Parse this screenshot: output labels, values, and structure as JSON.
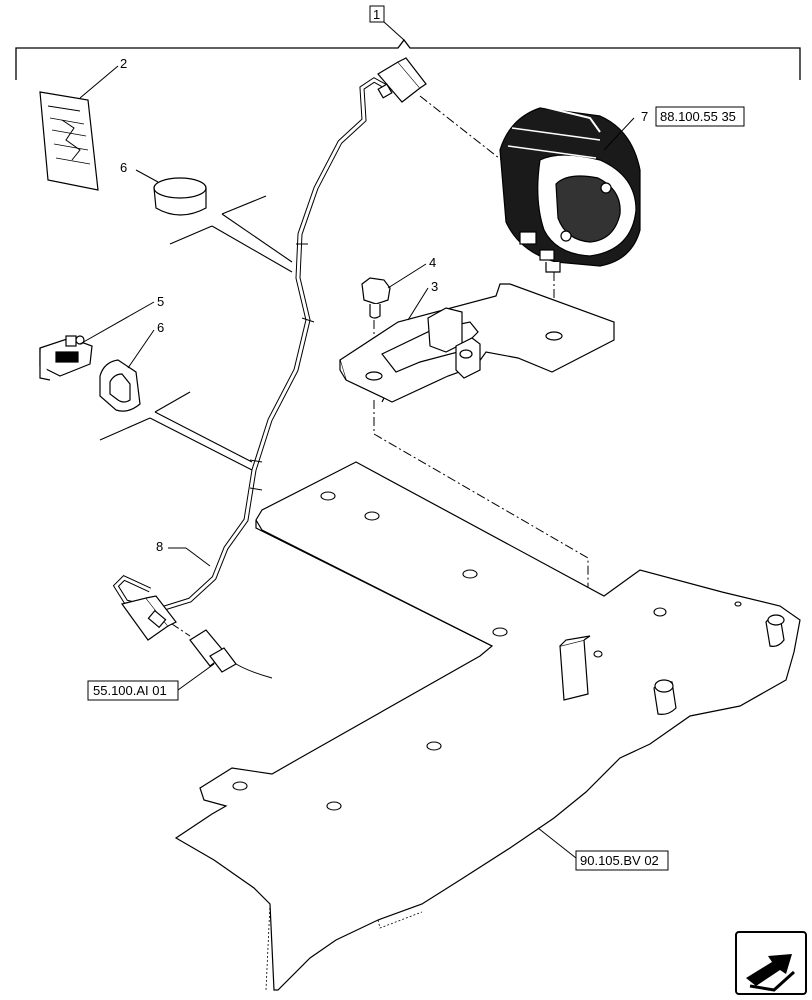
{
  "assembly_label": "1",
  "callouts": {
    "c2": "2",
    "c3": "3",
    "c4": "4",
    "c5": "5",
    "c6a": "6",
    "c6b": "6",
    "c7": "7",
    "c8": "8"
  },
  "references": {
    "lamp": "88.100.55 35",
    "connector": "55.100.AI 01",
    "plate": "90.105.BV 02"
  },
  "colors": {
    "line": "#000000",
    "lamp_body": "#1a1a1a",
    "background": "#ffffff"
  },
  "icons": {
    "nav": "next-page-arrow-icon"
  }
}
